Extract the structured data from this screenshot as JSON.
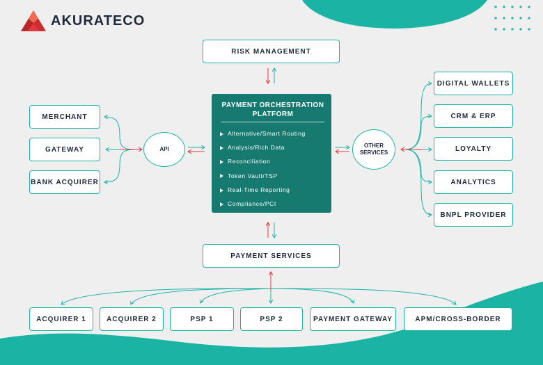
{
  "brand": {
    "name": "AKURATECO",
    "logo_icon": "mountain-logo-icon",
    "accent": "#1bb3a4",
    "platform_color": "#167a70",
    "arrow_red": "#e0373c"
  },
  "top_box": "RISK MANAGEMENT",
  "bottom_box": "PAYMENT SERVICES",
  "api_label": "API",
  "other_services_label": "OTHER SERVICES",
  "platform": {
    "title": "PAYMENT ORCHESTRATION PLATFORM",
    "items": [
      "Alternative/Smart Routing",
      "Analysis/Rich Data",
      "Reconciliation",
      "Token Vault/TSP",
      "Real-Time Reporting",
      "Compliance/PCI"
    ]
  },
  "left_boxes": [
    "MERCHANT",
    "GATEWAY",
    "BANK ACQUIRER"
  ],
  "right_boxes": [
    "DIGITAL WALLETS",
    "CRM & ERP",
    "LOYALTY",
    "ANALYTICS",
    "BNPL PROVIDER"
  ],
  "bottom_boxes": [
    "ACQUIRER 1",
    "ACQUIRER 2",
    "PSP 1",
    "PSP 2",
    "PAYMENT GATEWAY",
    "APM/CROSS-BORDER"
  ]
}
